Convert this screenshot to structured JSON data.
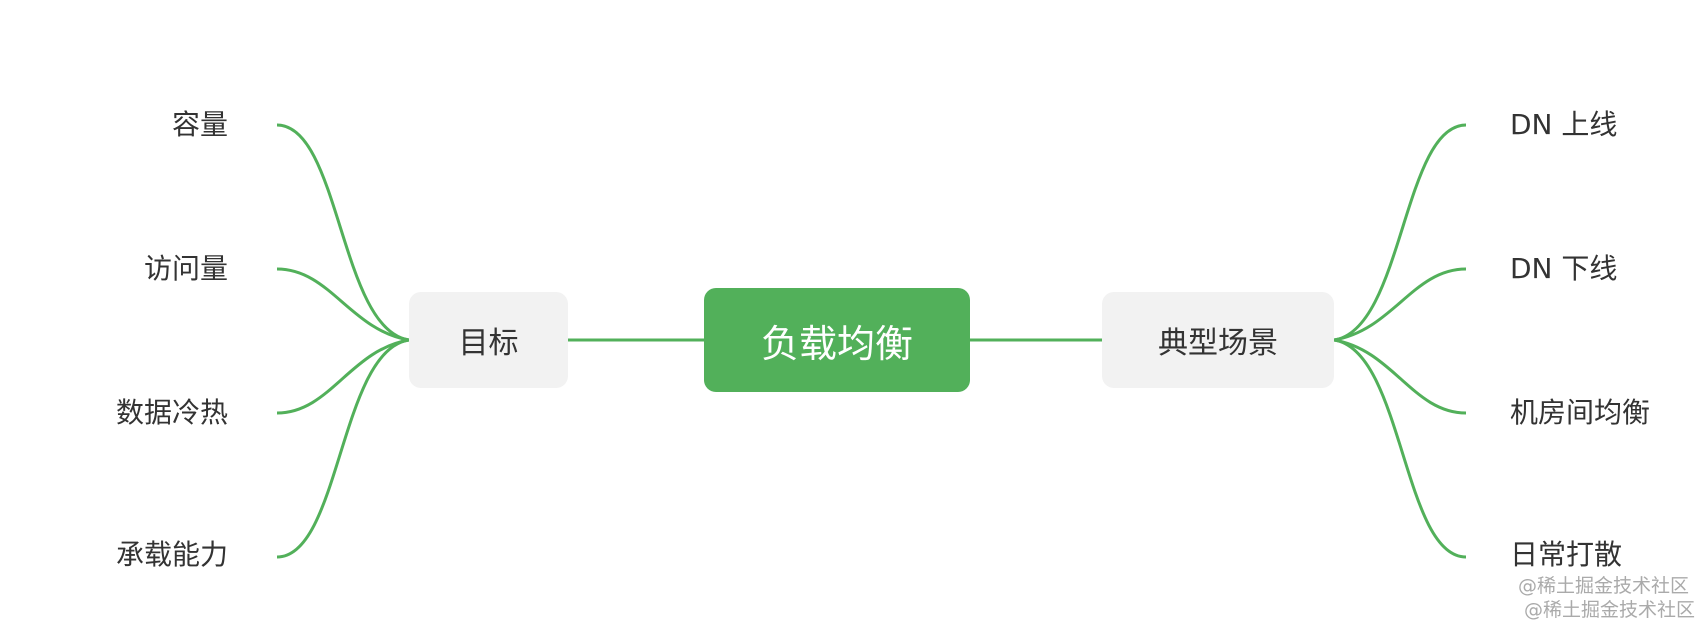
{
  "root": {
    "label": "负载均衡",
    "color": "#52b05a"
  },
  "left_branch": {
    "label": "目标",
    "children": [
      "容量",
      "访问量",
      "数据冷热",
      "承载能力"
    ]
  },
  "right_branch": {
    "label": "典型场景",
    "children": [
      "DN 上线",
      "DN 下线",
      "机房间均衡",
      "日常打散"
    ]
  },
  "line_color": "#52b05a",
  "watermark": "@稀土掘金技术社区"
}
